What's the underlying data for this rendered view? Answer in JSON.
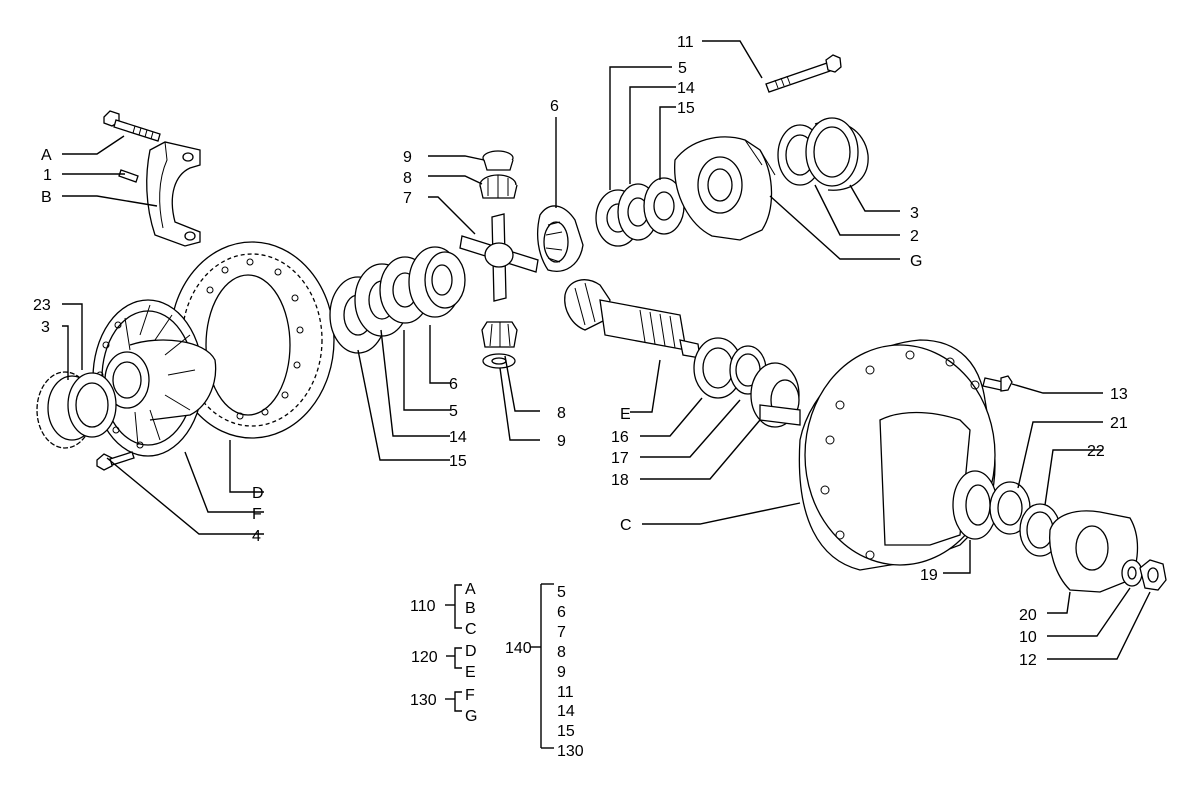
{
  "callouts": [
    {
      "id": "A",
      "text": "A"
    },
    {
      "id": "1",
      "text": "1"
    },
    {
      "id": "B",
      "text": "B"
    },
    {
      "id": "23",
      "text": "23"
    },
    {
      "id": "3a",
      "text": "3"
    },
    {
      "id": "4",
      "text": "4"
    },
    {
      "id": "F",
      "text": "F"
    },
    {
      "id": "D",
      "text": "D"
    },
    {
      "id": "9a",
      "text": "9"
    },
    {
      "id": "8a",
      "text": "8"
    },
    {
      "id": "7",
      "text": "7"
    },
    {
      "id": "6a",
      "text": "6"
    },
    {
      "id": "6b",
      "text": "6"
    },
    {
      "id": "5a",
      "text": "5"
    },
    {
      "id": "14a",
      "text": "14"
    },
    {
      "id": "15a",
      "text": "15"
    },
    {
      "id": "8b",
      "text": "8"
    },
    {
      "id": "9b",
      "text": "9"
    },
    {
      "id": "11",
      "text": "11"
    },
    {
      "id": "5b",
      "text": "5"
    },
    {
      "id": "14b",
      "text": "14"
    },
    {
      "id": "15b",
      "text": "15"
    },
    {
      "id": "3b",
      "text": "3"
    },
    {
      "id": "2",
      "text": "2"
    },
    {
      "id": "G",
      "text": "G"
    },
    {
      "id": "E",
      "text": "E"
    },
    {
      "id": "16",
      "text": "16"
    },
    {
      "id": "17",
      "text": "17"
    },
    {
      "id": "18",
      "text": "18"
    },
    {
      "id": "13",
      "text": "13"
    },
    {
      "id": "21",
      "text": "21"
    },
    {
      "id": "22",
      "text": "22"
    },
    {
      "id": "C",
      "text": "C"
    },
    {
      "id": "19",
      "text": "19"
    },
    {
      "id": "20",
      "text": "20"
    },
    {
      "id": "10",
      "text": "10"
    },
    {
      "id": "12",
      "text": "12"
    }
  ],
  "groups": [
    {
      "id": "110",
      "label": "110",
      "members": [
        "A",
        "B",
        "C"
      ]
    },
    {
      "id": "120",
      "label": "120",
      "members": [
        "D",
        "E"
      ]
    },
    {
      "id": "130",
      "label": "130",
      "members": [
        "F",
        "G"
      ]
    },
    {
      "id": "140",
      "label": "140",
      "members": [
        "5",
        "6",
        "7",
        "8",
        "9",
        "11",
        "14",
        "15",
        "130"
      ]
    }
  ]
}
